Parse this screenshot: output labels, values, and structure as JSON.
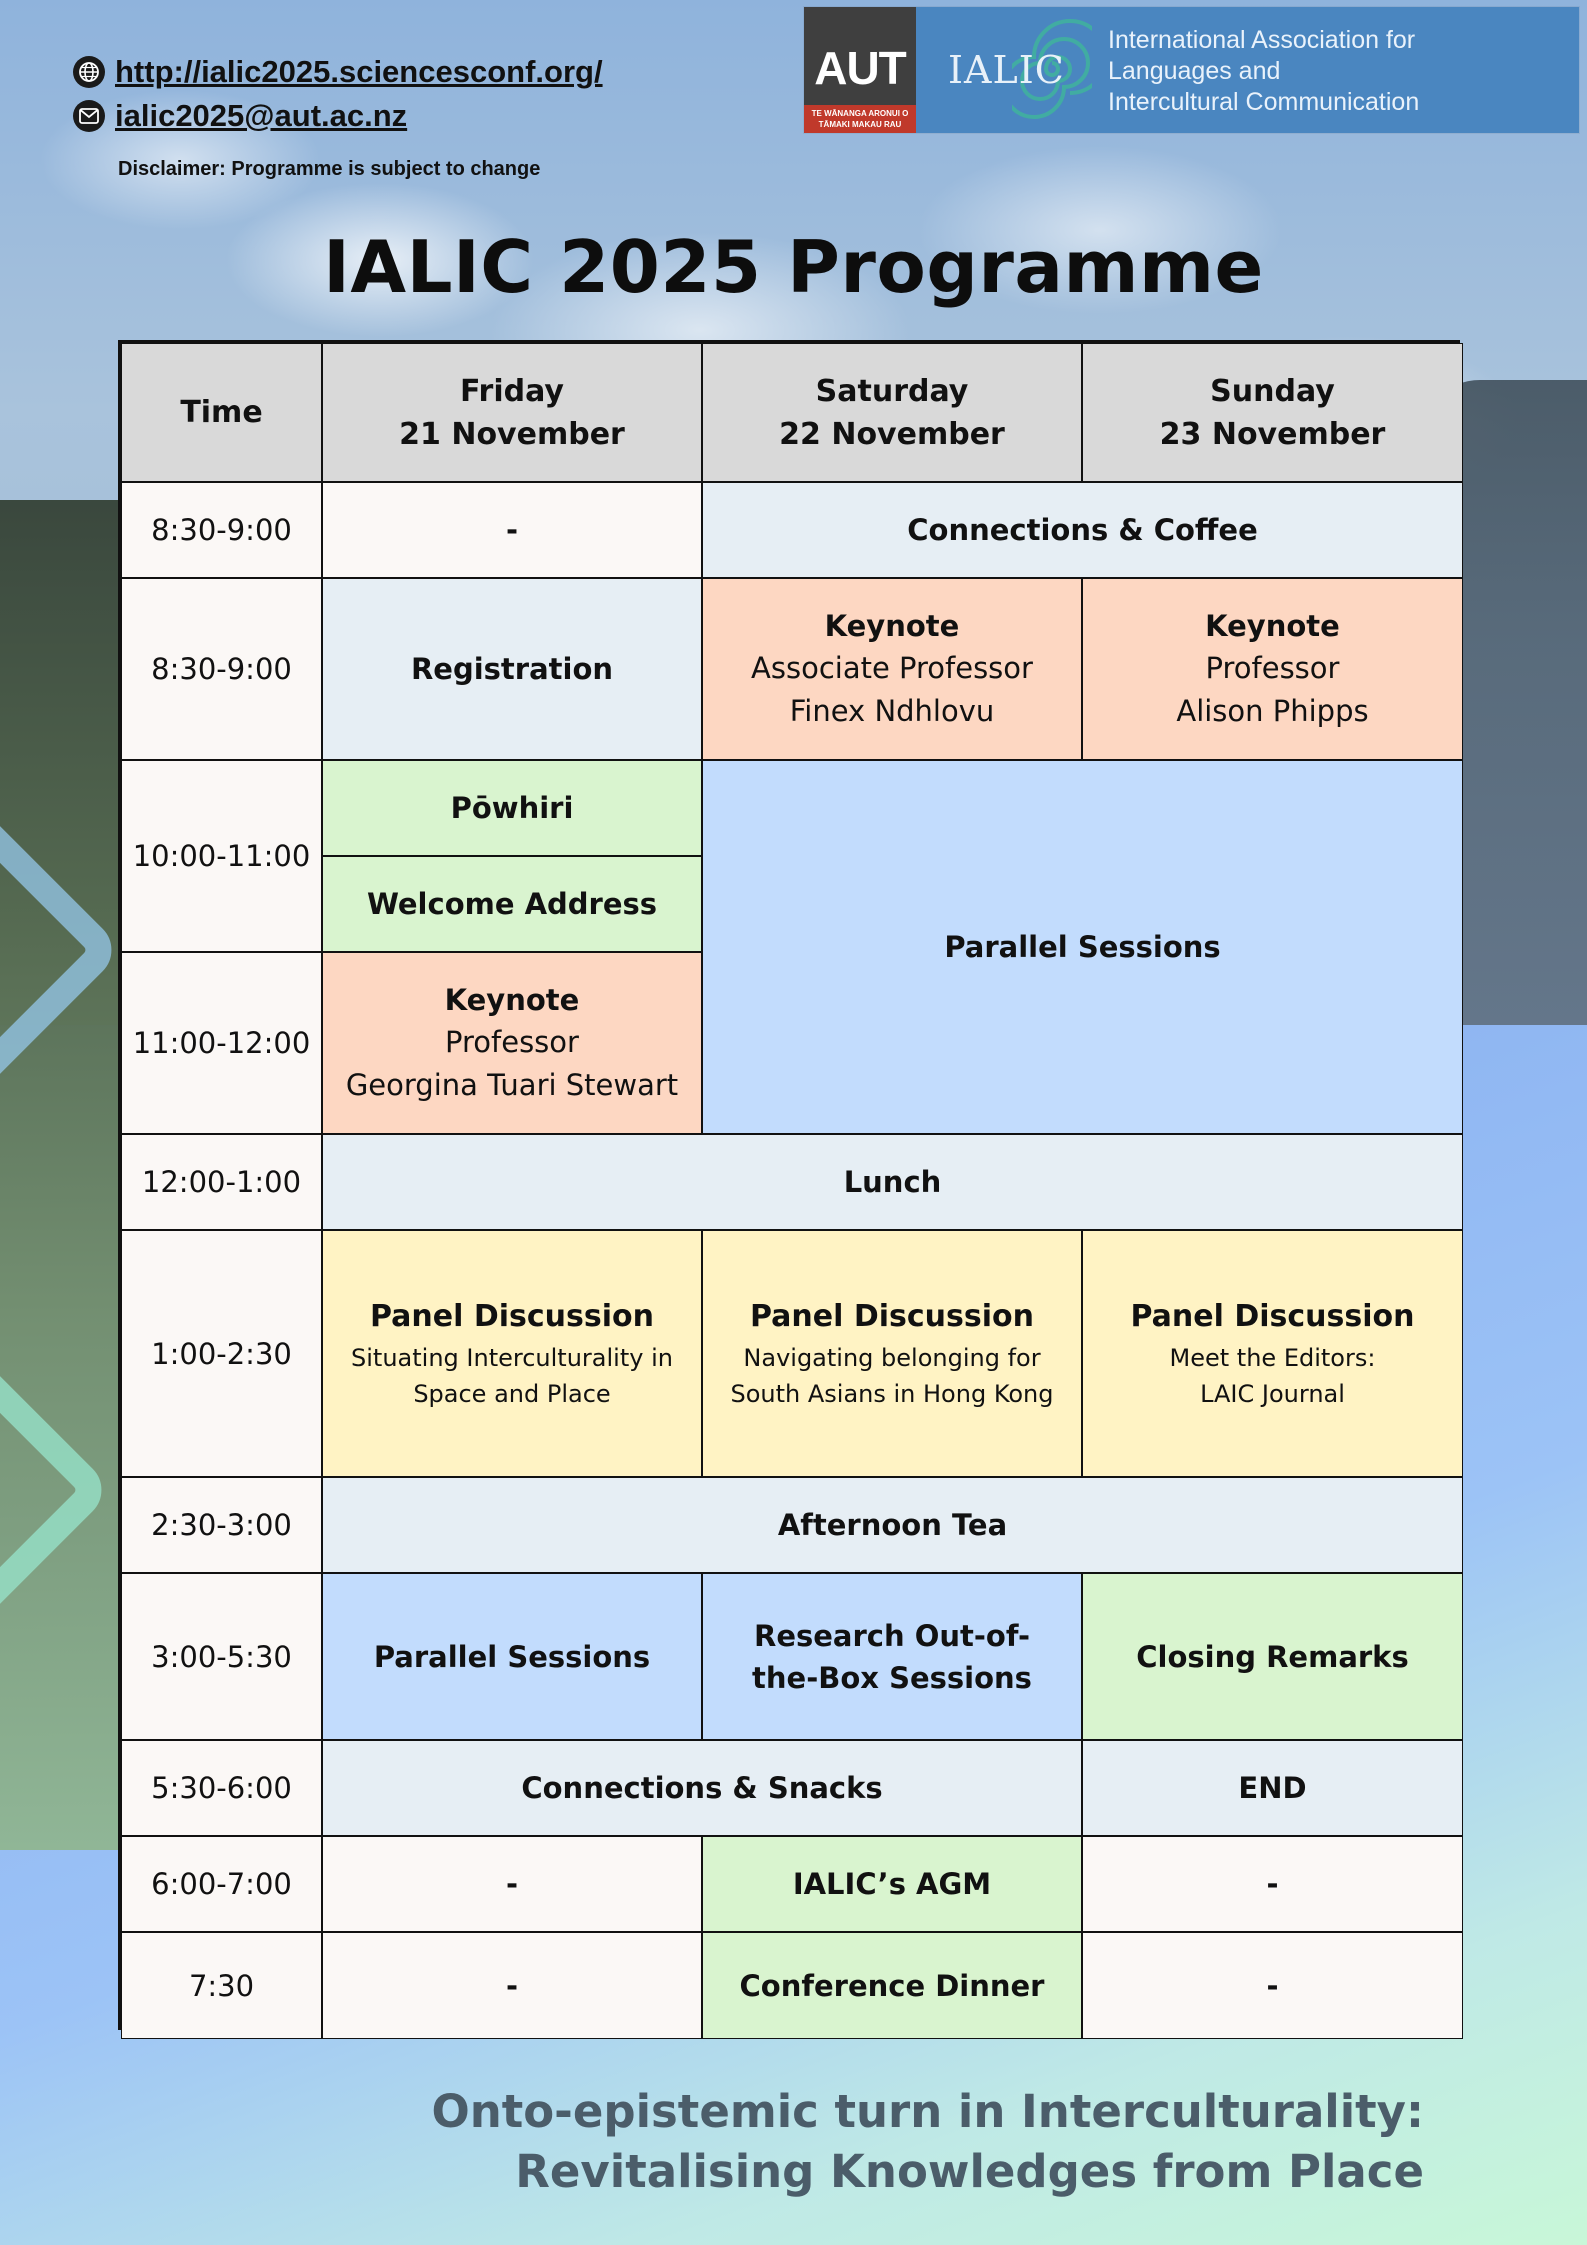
{
  "header": {
    "website": "http://ialic2025.sciencesconf.org/",
    "email": "ialic2025@aut.ac.nz",
    "disclaimer": "Disclaimer: Programme is subject to change"
  },
  "logos": {
    "aut_word": "AUT",
    "aut_tagline": "TE WĀNANGA ARONUI O TĀMAKI MAKAU RAU",
    "ialic_word": "IALIC",
    "organisation_lines": [
      "International Association for",
      "Languages and",
      "Intercultural Communication"
    ]
  },
  "title": "IALIC 2025 Programme",
  "table": {
    "headers": {
      "time": "Time",
      "friday": [
        "Friday",
        "21 November"
      ],
      "saturday": [
        "Saturday",
        "22 November"
      ],
      "sunday": [
        "Sunday",
        "23 November"
      ]
    },
    "times": [
      "8:30-9:00",
      "8:30-9:00",
      "10:00-11:00",
      "11:00-12:00",
      "12:00-1:00",
      "1:00-2:30",
      "2:30-3:00",
      "3:00-5:30",
      "5:30-6:00",
      "6:00-7:00",
      "7:30"
    ],
    "cells": {
      "r1_fri": "-",
      "r1_satsun": "Connections & Coffee",
      "r2_fri": "Registration",
      "r2_sat": {
        "label": "Keynote",
        "lines": [
          "Associate Professor",
          "Finex Ndhlovu"
        ]
      },
      "r2_sun": {
        "label": "Keynote",
        "lines": [
          "Professor",
          "Alison Phipps"
        ]
      },
      "r3a_fri": "Pōwhiri",
      "r3b_fri": "Welcome Address",
      "r3_satsun": "Parallel Sessions",
      "r4_fri": {
        "label": "Keynote",
        "lines": [
          "Professor",
          "Georgina Tuari Stewart"
        ]
      },
      "lunch": "Lunch",
      "panel_fri": {
        "label": "Panel Discussion",
        "lines": [
          "Situating Interculturality in",
          "Space and Place"
        ]
      },
      "panel_sat": {
        "label": "Panel Discussion",
        "lines": [
          "Navigating belonging for",
          "South Asians in Hong Kong"
        ]
      },
      "panel_sun": {
        "label": "Panel Discussion",
        "lines": [
          "Meet the Editors:",
          "LAIC Journal"
        ]
      },
      "afternoon_tea": "Afternoon Tea",
      "r8_fri": "Parallel Sessions",
      "r8_sat": [
        "Research Out-of-",
        "the-Box Sessions"
      ],
      "r8_sun": "Closing Remarks",
      "r9_frisat": "Connections & Snacks",
      "r9_sun": "END",
      "r10_fri": "-",
      "r10_sat": "IALIC’s AGM",
      "r10_sun": "-",
      "r11_fri": "-",
      "r11_sat": "Conference Dinner",
      "r11_sun": "-"
    }
  },
  "theme": {
    "lines": [
      "Onto-epistemic turn in Interculturality:",
      "Revitalising Knowledges from Place"
    ]
  },
  "colors": {
    "header_cell": "#d9d9d9",
    "break_cell": "#e6eef4",
    "keynote": "#fdd7c2",
    "ceremony": "#d9f4cf",
    "parallel": "#c2dcfd",
    "panel": "#fff3c4",
    "banner": "#4a86c0"
  },
  "icons": [
    "globe-icon",
    "mail-icon"
  ]
}
